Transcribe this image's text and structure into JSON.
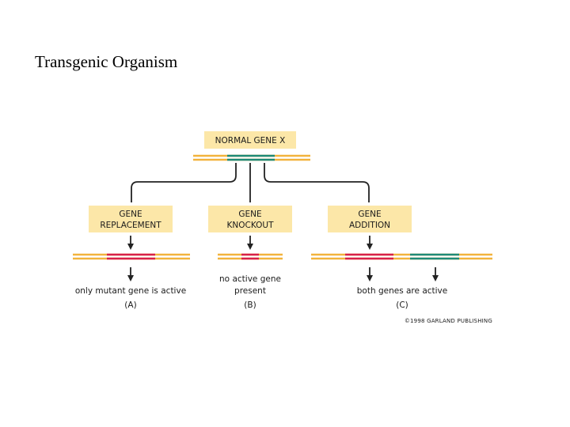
{
  "title": "Transgenic Organism",
  "diagram": {
    "top_box": "NORMAL GENE X",
    "branches": [
      {
        "box_lines": [
          "GENE",
          "REPLACEMENT"
        ],
        "result_lines": [
          "only mutant gene is active"
        ],
        "panel": "(A)"
      },
      {
        "box_lines": [
          "GENE",
          "KNOCKOUT"
        ],
        "result_lines": [
          "no active gene",
          "present"
        ],
        "panel": "(B)"
      },
      {
        "box_lines": [
          "GENE",
          "ADDITION"
        ],
        "result_lines": [
          "both genes are active"
        ],
        "panel": "(C)"
      }
    ],
    "copyright": "©1998 GARLAND PUBLISHING"
  },
  "colors": {
    "box_fill": "#fce7a8",
    "dna_strand": "#f2b33d",
    "normal_gene": "#1f8a78",
    "mutant_gene": "#d8204a",
    "connector": "#222222"
  }
}
